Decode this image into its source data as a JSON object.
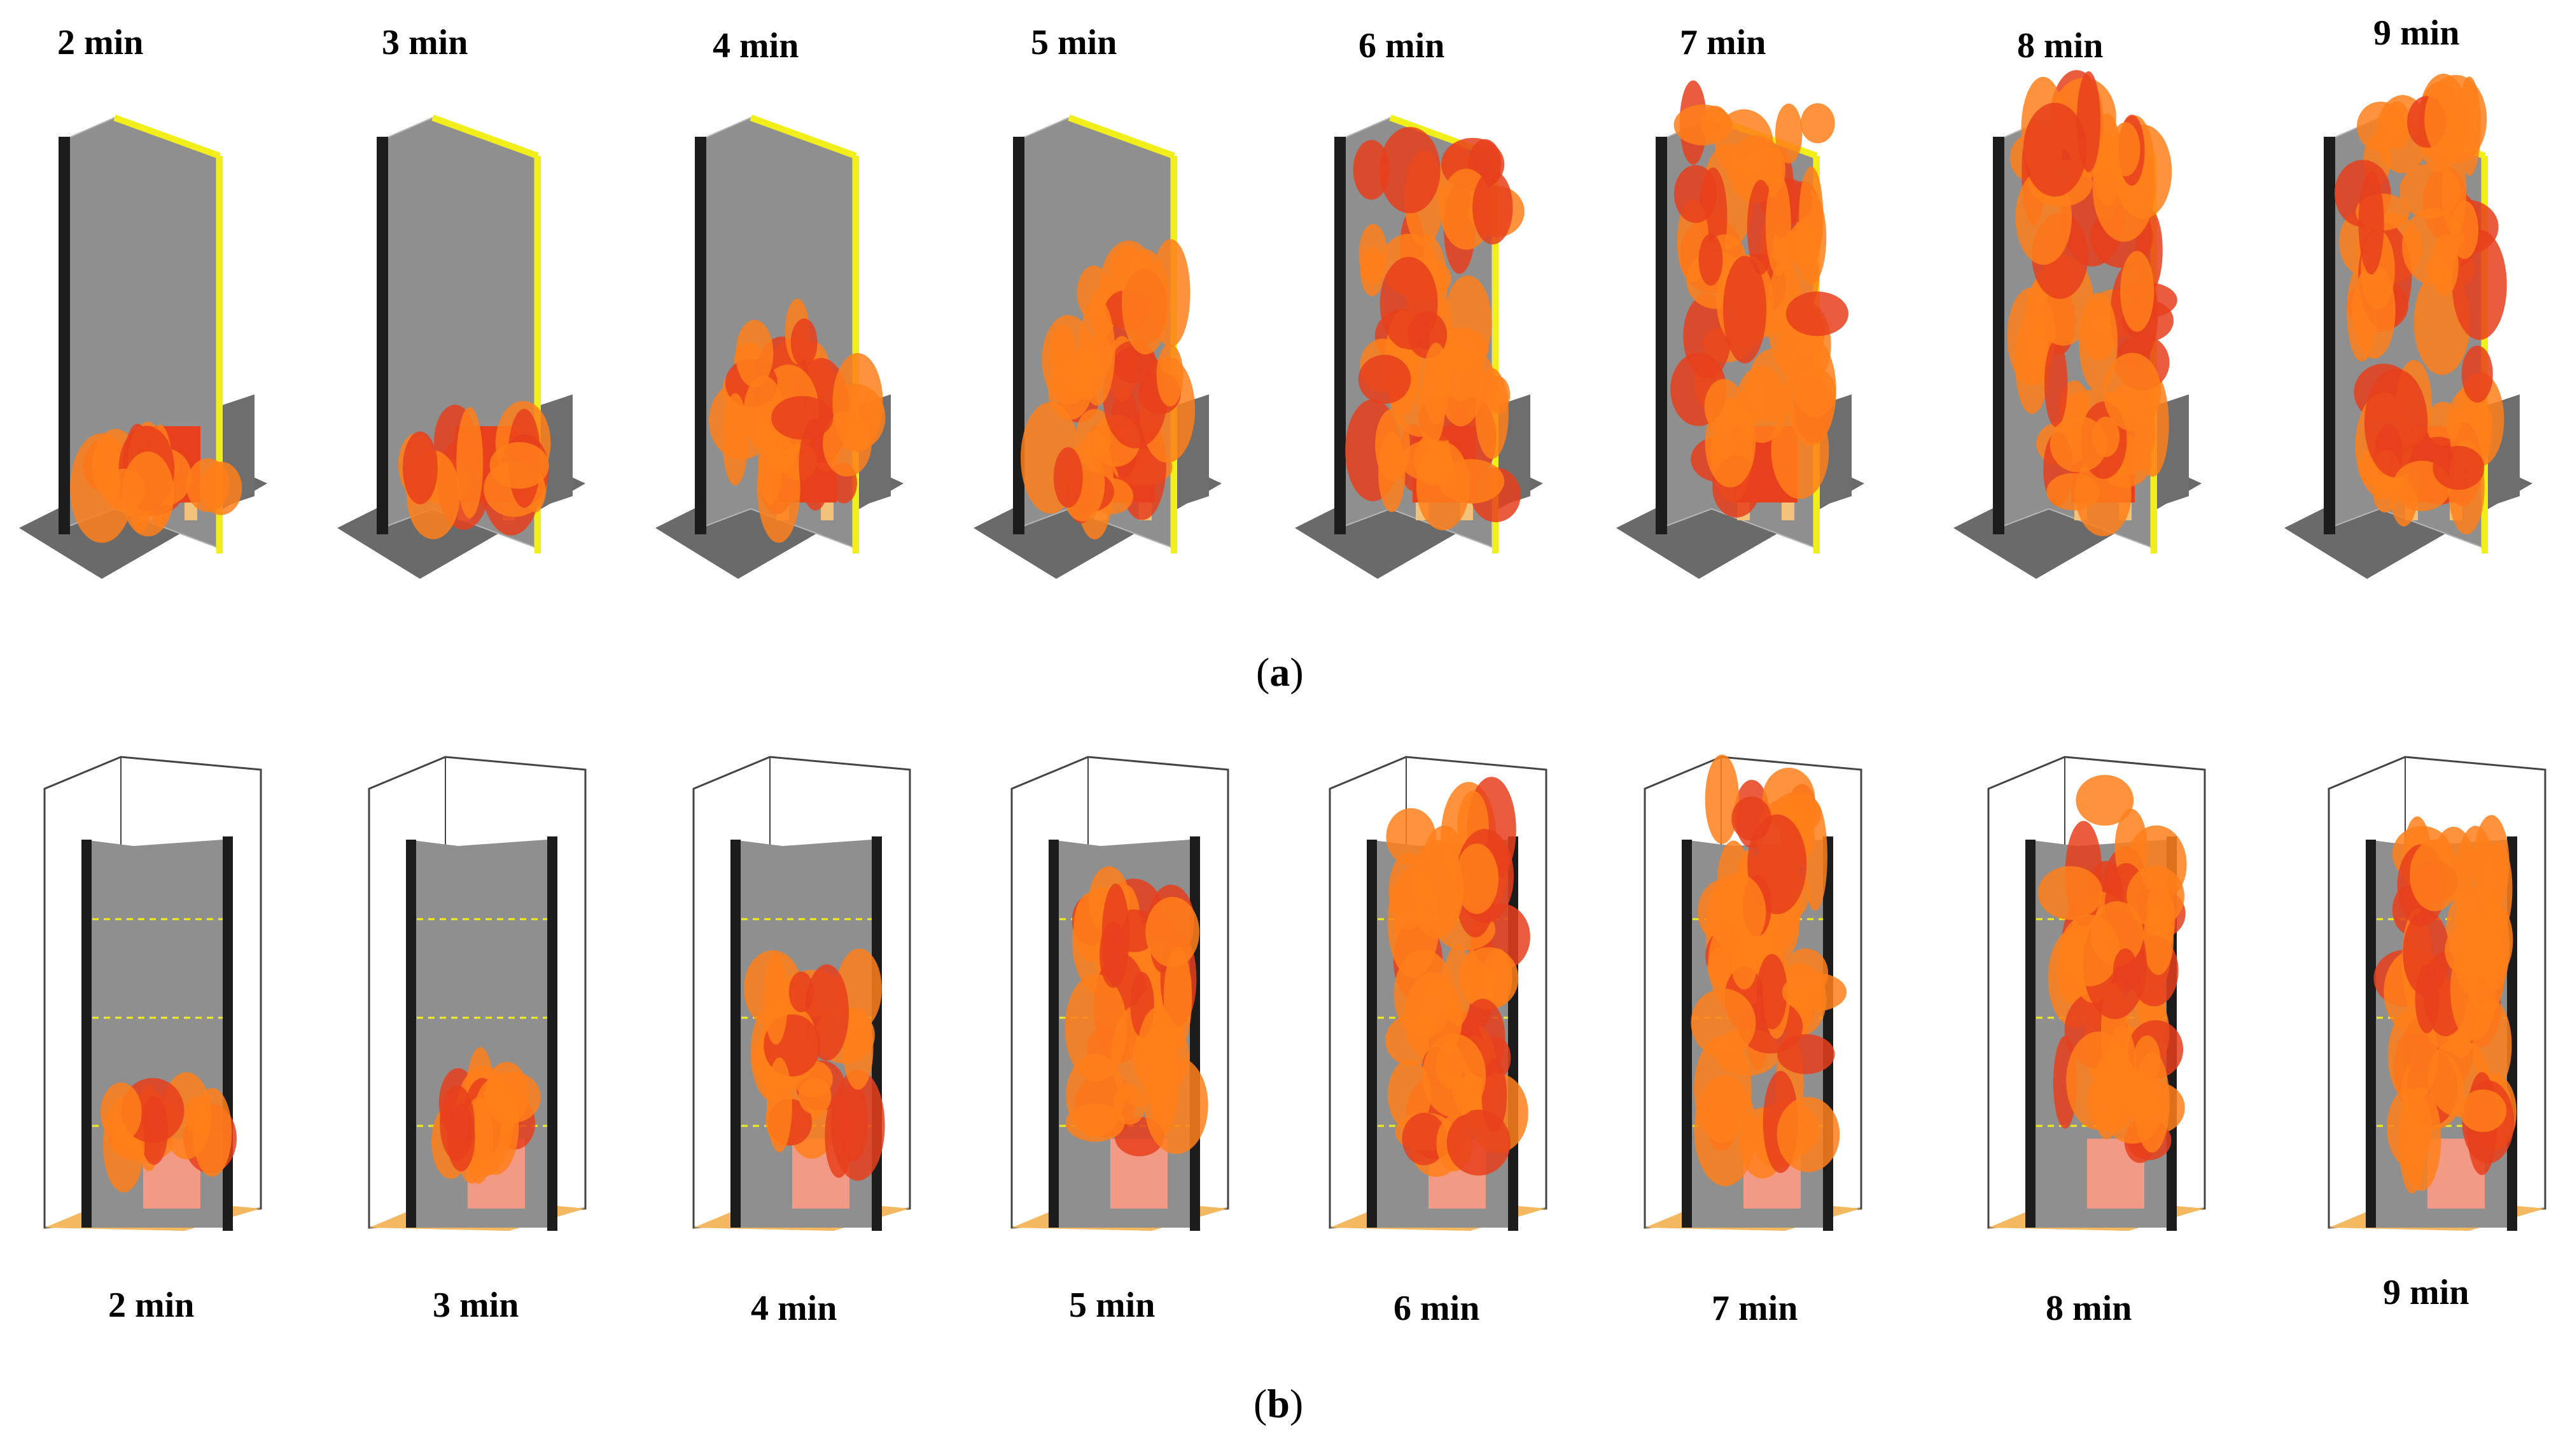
{
  "panel_a": {
    "caption_open": "(",
    "caption_letter": "a",
    "caption_close": ")",
    "frames": [
      {
        "time": "2 min",
        "flame_level": 0.12
      },
      {
        "time": "3 min",
        "flame_level": 0.15
      },
      {
        "time": "4 min",
        "flame_level": 0.45
      },
      {
        "time": "5 min",
        "flame_level": 0.6
      },
      {
        "time": "6 min",
        "flame_level": 0.9
      },
      {
        "time": "7 min",
        "flame_level": 1.0
      },
      {
        "time": "8 min",
        "flame_level": 1.0
      },
      {
        "time": "9 min",
        "flame_level": 1.0
      }
    ]
  },
  "panel_b": {
    "caption_open": "(",
    "caption_letter": "b",
    "caption_close": ")",
    "frames": [
      {
        "time": "2 min",
        "flame_level": 0.1
      },
      {
        "time": "3 min",
        "flame_level": 0.15
      },
      {
        "time": "4 min",
        "flame_level": 0.45
      },
      {
        "time": "5 min",
        "flame_level": 0.7
      },
      {
        "time": "6 min",
        "flame_level": 0.95
      },
      {
        "time": "7 min",
        "flame_level": 1.0
      },
      {
        "time": "8 min",
        "flame_level": 1.0
      },
      {
        "time": "9 min",
        "flame_level": 0.85
      }
    ]
  },
  "colors": {
    "wall_grey": "#8f8f8f",
    "wall_dark": "#6e6e6e",
    "floor": "#6a6a6a",
    "frame_black": "#1c1c1c",
    "edge_yellow": "#f2ee1a",
    "flame_orange": "#ff7f1a",
    "flame_red": "#e8401c",
    "crib_wood": "#f2c27a",
    "floor_tan": "#f4b861"
  }
}
